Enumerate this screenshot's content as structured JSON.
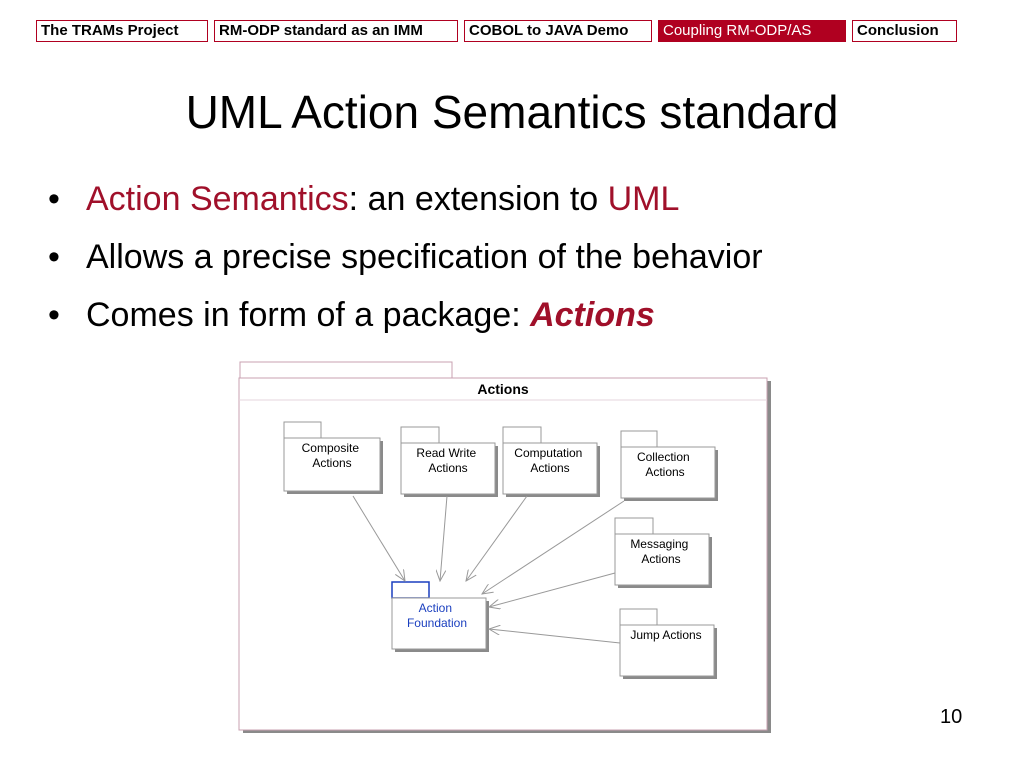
{
  "nav": {
    "items": [
      {
        "label": "The TRAMs Project",
        "active": false
      },
      {
        "label": "RM-ODP standard as an IMM",
        "active": false
      },
      {
        "label": "COBOL to JAVA Demo",
        "active": false
      },
      {
        "label": "Coupling RM-ODP/AS",
        "active": true
      },
      {
        "label": "Conclusion",
        "active": false
      }
    ]
  },
  "slide": {
    "title": "UML Action Semantics standard",
    "bullet_glyph": "•",
    "bullets": [
      {
        "part1": "Action Semantics",
        "part2": ": an extension to ",
        "part3": "UML"
      },
      {
        "text": "Allows a precise specification of the behavior"
      },
      {
        "part1": "Comes in form of a package: ",
        "part2": "Actions"
      }
    ],
    "page_number": "10"
  },
  "diagram": {
    "package_name": "Actions",
    "boxes": {
      "composite": [
        "Composite",
        "Actions"
      ],
      "read_write": [
        "Read Write",
        "Actions"
      ],
      "computation": [
        "Computation",
        "Actions"
      ],
      "collection": [
        "Collection",
        "Actions"
      ],
      "messaging": [
        "Messaging",
        "Actions"
      ],
      "foundation": [
        "Action",
        "Foundation"
      ],
      "jump": [
        "Jump Actions"
      ]
    }
  },
  "colors": {
    "accent_red": "#a0102a",
    "nav_border": "#b00020",
    "foundation_blue": "#1a3fbf",
    "shadow": "#888888"
  }
}
